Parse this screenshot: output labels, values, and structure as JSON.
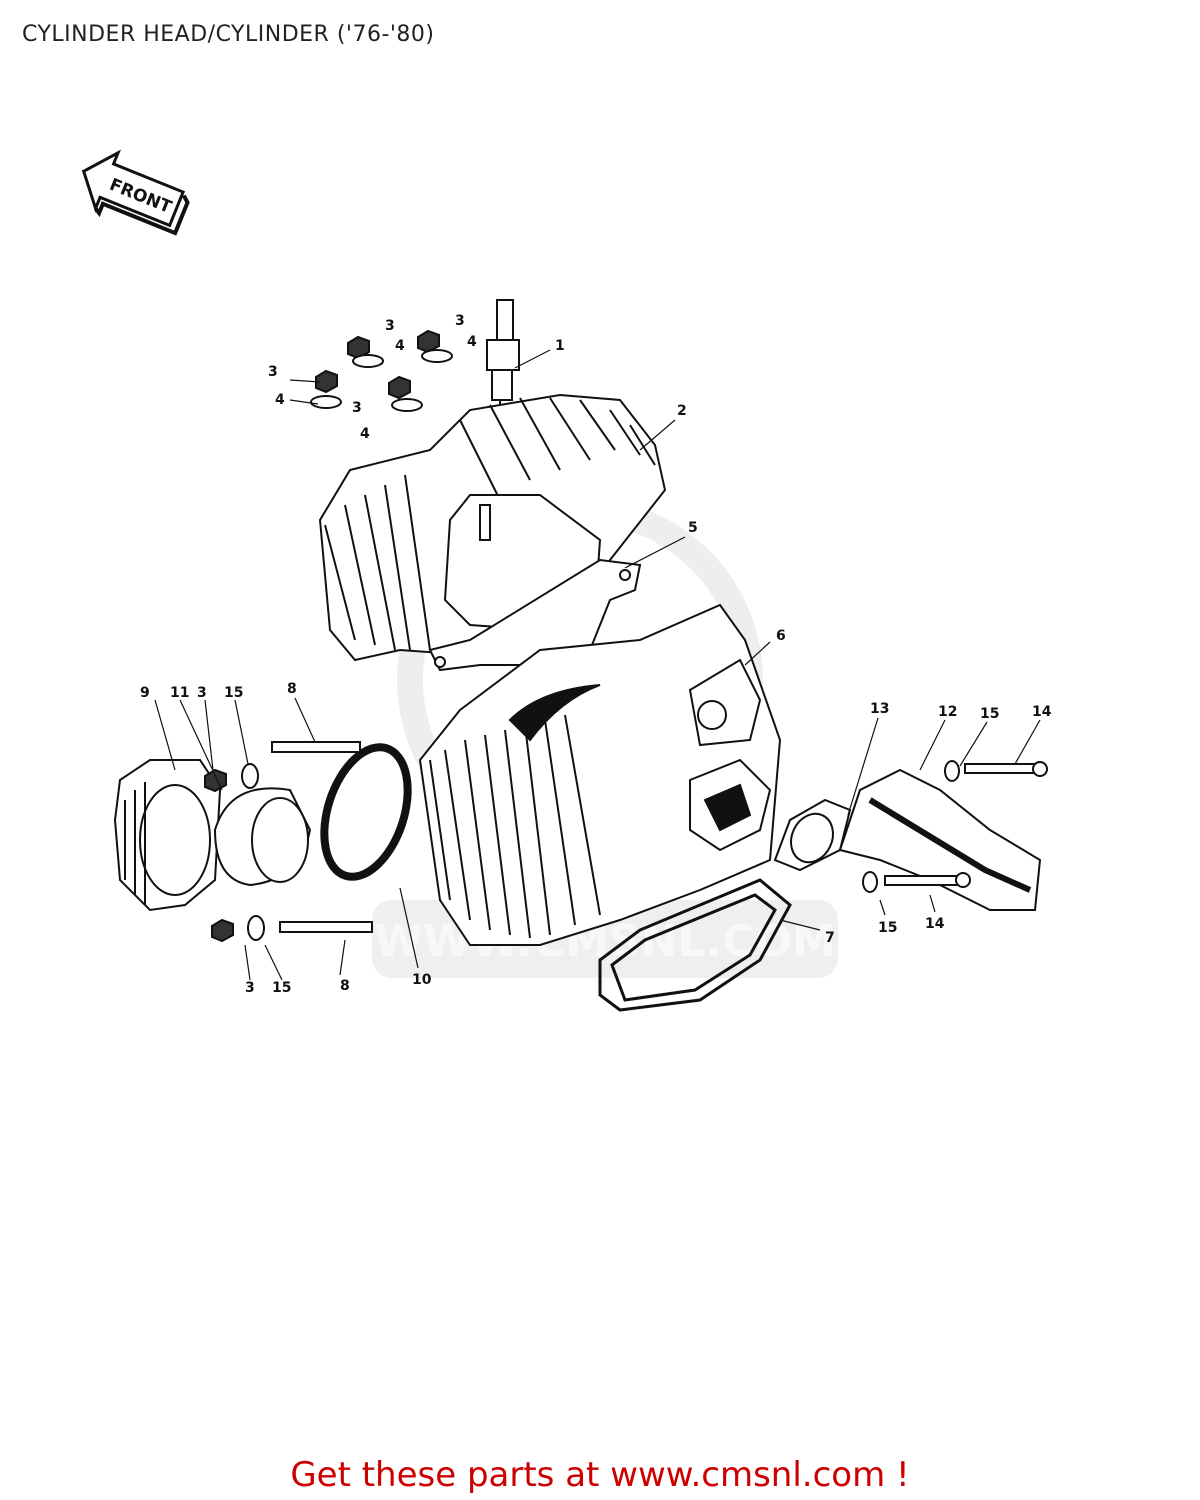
{
  "page": {
    "title": "CYLINDER HEAD/CYLINDER ('76-'80)",
    "cta": "Get these parts at www.cmsnl.com !"
  },
  "diagram": {
    "front_label": "FRONT",
    "watermark_text": "WWW.CMSNL.COM",
    "callouts": [
      "1",
      "2",
      "3",
      "3",
      "3",
      "3",
      "4",
      "4",
      "4",
      "4",
      "5",
      "6",
      "7",
      "8",
      "8",
      "9",
      "10",
      "11",
      "3",
      "15",
      "3",
      "15",
      "12",
      "13",
      "14",
      "15",
      "14",
      "15"
    ]
  },
  "colors": {
    "cta": "#cc0000",
    "line": "#111111",
    "watermark": "#dcdcdc"
  }
}
